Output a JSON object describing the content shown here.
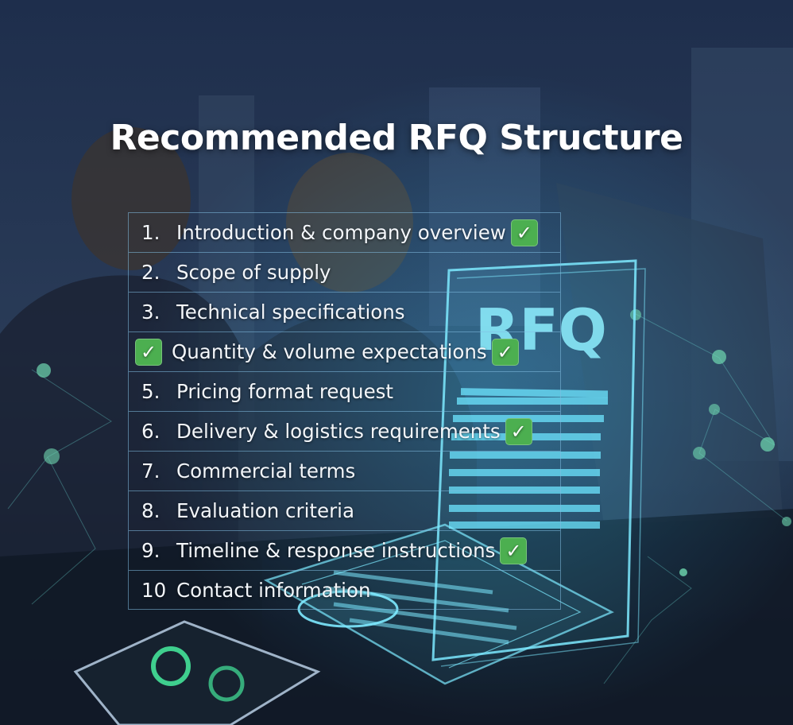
{
  "title": "Recommended RFQ Structure",
  "document_label": "RFQ",
  "check_icon": "✓",
  "colors": {
    "check_green": "#4caf50",
    "accent_cyan": "#5fe3ff",
    "background_navy": "#1c2b45"
  },
  "items": [
    {
      "number": "1.",
      "label": "Introduction & company overview",
      "leading_check": false,
      "trailing_check": true
    },
    {
      "number": "2.",
      "label": "Scope of supply",
      "leading_check": false,
      "trailing_check": false
    },
    {
      "number": "3.",
      "label": "Technical specifications",
      "leading_check": false,
      "trailing_check": false
    },
    {
      "number": "",
      "label": "Quantity & volume expectations",
      "leading_check": true,
      "trailing_check": true
    },
    {
      "number": "5.",
      "label": "Pricing format request",
      "leading_check": false,
      "trailing_check": false
    },
    {
      "number": "6.",
      "label": "Delivery & logistics requirements",
      "leading_check": false,
      "trailing_check": true
    },
    {
      "number": "7.",
      "label": "Commercial terms",
      "leading_check": false,
      "trailing_check": false
    },
    {
      "number": "8.",
      "label": "Evaluation criteria",
      "leading_check": false,
      "trailing_check": false
    },
    {
      "number": "9.",
      "label": "Timeline & response instructions",
      "leading_check": false,
      "trailing_check": true
    },
    {
      "number": "10",
      "label": "Contact information",
      "leading_check": false,
      "trailing_check": false
    }
  ]
}
